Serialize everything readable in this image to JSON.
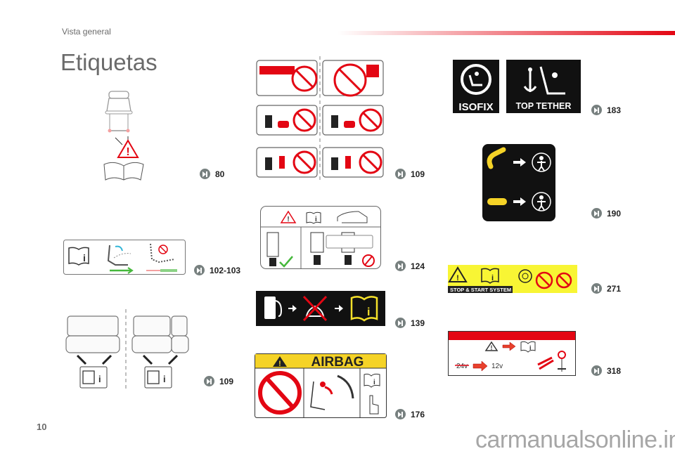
{
  "header": {
    "section": "Vista general",
    "title": "Etiquetas"
  },
  "labels": [
    {
      "id": "tyre-pressure",
      "ref": "80"
    },
    {
      "id": "seat-restrictions",
      "ref": "109"
    },
    {
      "id": "isofix-top-tether",
      "ref": "183",
      "texts": [
        "ISOFIX",
        "TOP TETHER"
      ]
    },
    {
      "id": "child-lock",
      "ref": "190"
    },
    {
      "id": "seat-folding",
      "ref": "102-103"
    },
    {
      "id": "tow-hitch",
      "ref": "124"
    },
    {
      "id": "stop-start",
      "ref": "271",
      "texts": [
        "STOP & START SYSTEM"
      ]
    },
    {
      "id": "rear-bench-isofix",
      "ref": "109"
    },
    {
      "id": "fuel-filter",
      "ref": "139"
    },
    {
      "id": "airbag",
      "ref": "176",
      "texts": [
        "AIRBAG"
      ]
    },
    {
      "id": "battery-jump",
      "ref": "318",
      "texts": [
        "24v",
        "12v"
      ]
    }
  ],
  "footer": {
    "page": "10",
    "watermark": "carmanualsonline.info"
  },
  "colors": {
    "accent": "#e30613",
    "yellow": "#f5d327",
    "ref_icon": "#77807f"
  }
}
